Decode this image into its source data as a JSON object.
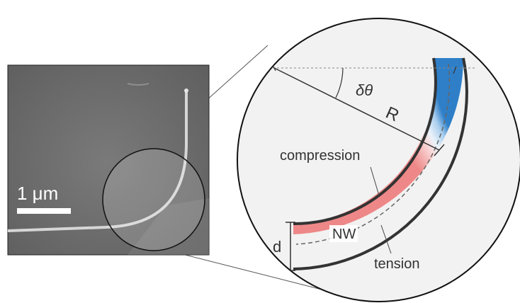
{
  "scale_bar": {
    "label": "1 μm"
  },
  "labels": {
    "angle": "δθ",
    "radius": "R",
    "compression": "compression",
    "nanowire": "NW",
    "tension": "tension",
    "diameter": "d"
  },
  "colors": {
    "compression": "#6fa8dc",
    "tension": "#ef8a8a",
    "wire_edge": "#333333",
    "sem_background": "#6f6f6f"
  }
}
